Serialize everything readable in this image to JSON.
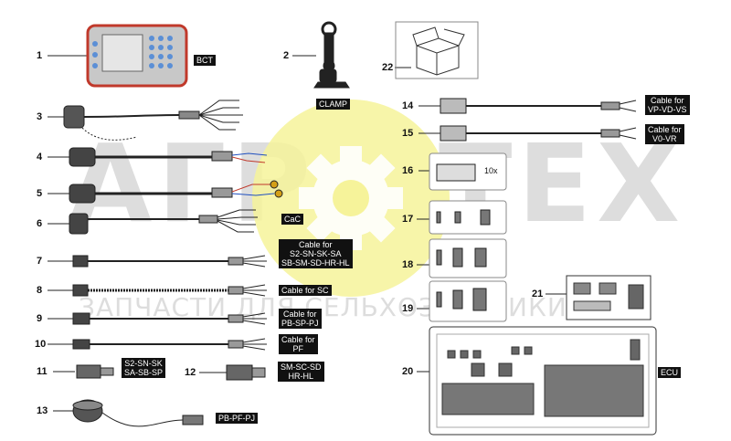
{
  "watermark": {
    "left": "АГР",
    "right": "ТЕХ",
    "subtitle": "ЗАПЧАСТИ ДЛЯ СЕЛЬХОЗТЕХНИКИ",
    "gear_color": "#f4f17a"
  },
  "parts": [
    {
      "num": "1",
      "label": "BCT"
    },
    {
      "num": "2",
      "label": "CLAMP"
    },
    {
      "num": "3",
      "label": ""
    },
    {
      "num": "4",
      "label": ""
    },
    {
      "num": "5",
      "label": ""
    },
    {
      "num": "6",
      "label": "CaC"
    },
    {
      "num": "7",
      "label": "Cable for\nS2-SN-SK-SA\nSB-SM-SD-HR-HL"
    },
    {
      "num": "8",
      "label": "Cable for SC"
    },
    {
      "num": "9",
      "label": "Cable for\nPB-SP-PJ"
    },
    {
      "num": "10",
      "label": "Cable for\nPF"
    },
    {
      "num": "11",
      "label": "S2-SN-SK\nSA-SB-SP"
    },
    {
      "num": "12",
      "label": "SM-SC-SD\nHR-HL"
    },
    {
      "num": "13",
      "label": "PB-PF-PJ"
    },
    {
      "num": "14",
      "label": "Cable for\nVP-VD-VS"
    },
    {
      "num": "15",
      "label": "Cable for\nV0-VR"
    },
    {
      "num": "16",
      "label": "10x"
    },
    {
      "num": "17",
      "label": ""
    },
    {
      "num": "18",
      "label": ""
    },
    {
      "num": "19",
      "label": ""
    },
    {
      "num": "20",
      "label": "ECU"
    },
    {
      "num": "21",
      "label": ""
    },
    {
      "num": "22",
      "label": ""
    }
  ]
}
